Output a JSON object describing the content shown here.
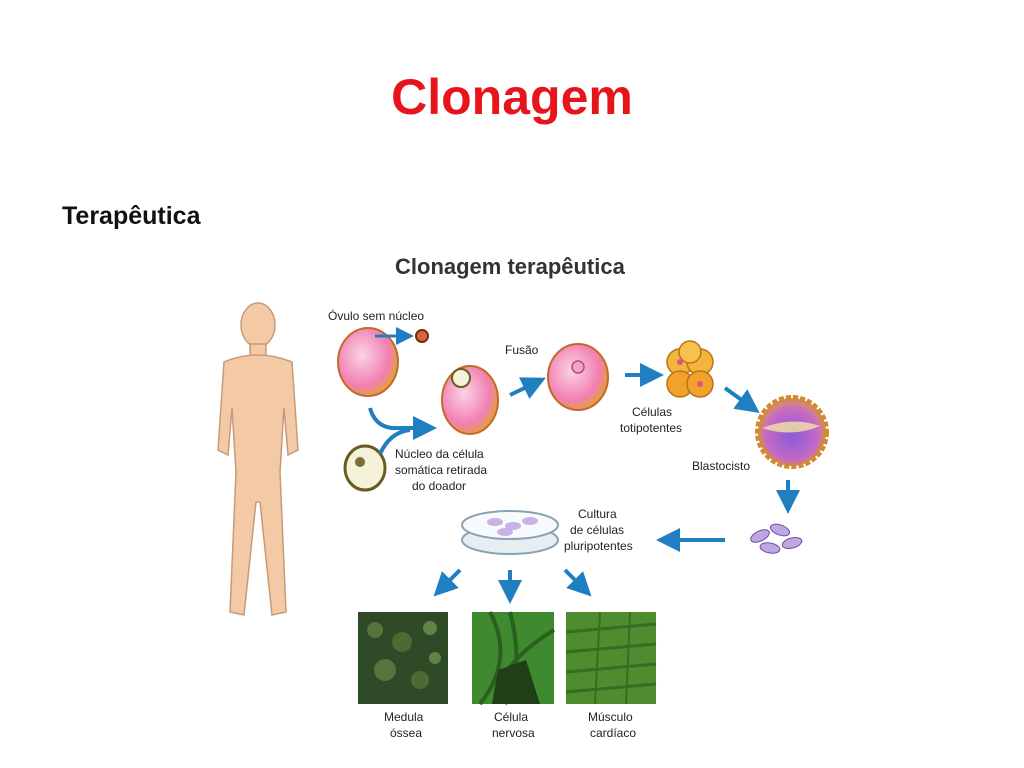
{
  "slide": {
    "title": "Clonagem",
    "subtitle": "Terapêutica"
  },
  "figure": {
    "title": "Clonagem terapêutica",
    "labels": {
      "ovulo": "Óvulo sem núcleo",
      "fusao": "Fusão",
      "nucleo": [
        "Núcleo da célula",
        "somática retirada",
        "do doador"
      ],
      "totipotentes": [
        "Células",
        "totipotentes"
      ],
      "blastocisto": "Blastocisto",
      "cultura": [
        "Cultura",
        "de células",
        "pluripotentes"
      ],
      "medula": [
        "Medula",
        "óssea"
      ],
      "celula_nervosa": [
        "Célula",
        "nervosa"
      ],
      "musculo": [
        "Músculo",
        "cardíaco"
      ]
    }
  },
  "colors": {
    "title_red": "#e8141c",
    "arrow_blue": "#1f7fc0",
    "skin": "#f3c9a6",
    "egg_pink": "#f27fb3",
    "egg_gold": "#e0a42a",
    "tissue_green": "#3f8a2f"
  },
  "icons": [
    "human-body-icon",
    "egg-cell-icon",
    "petri-dish-icon",
    "blastocyst-icon",
    "arrow-icon"
  ]
}
